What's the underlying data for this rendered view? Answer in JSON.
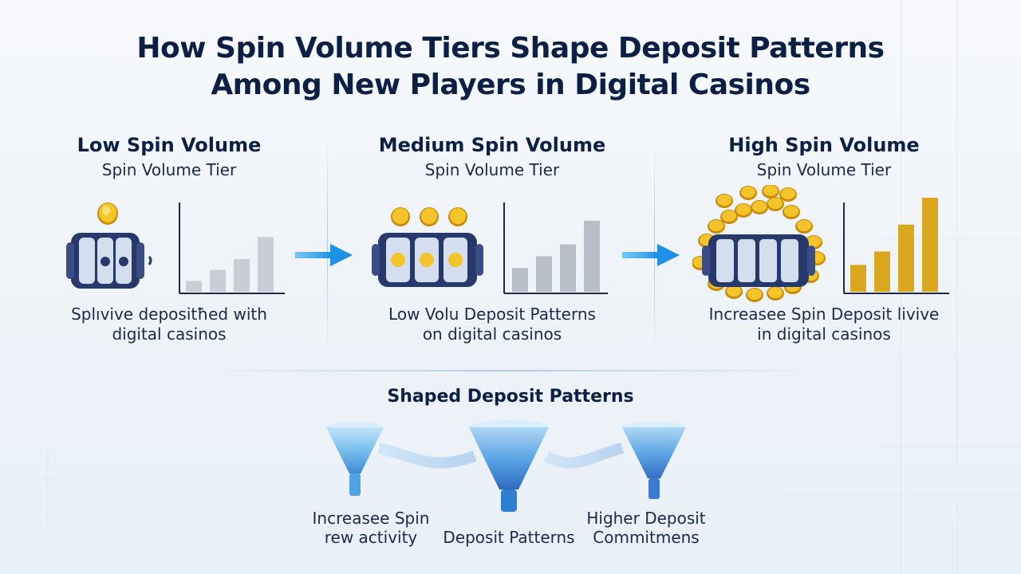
{
  "title": {
    "line1": "How Spin Volume Tiers Shape Deposit Patterns",
    "line2": "Among New Players in Digital Casinos"
  },
  "tiers": [
    {
      "heading": "Low Spin Volume",
      "subheading": "Spin Volume Tier",
      "caption_line1": "Splıvive depositħed with",
      "caption_line2": "digital casinos",
      "bar_color": "#c9ced6",
      "bar_values": [
        1,
        2,
        3,
        5
      ]
    },
    {
      "heading": "Medium Spin Volume",
      "subheading": "Spin Volume Tier",
      "caption_line1": "Low Volu Deposit Patterns",
      "caption_line2": "on digital casinos",
      "bar_color": "#b8bec8",
      "bar_values": [
        2,
        3,
        4,
        6
      ]
    },
    {
      "heading": "High Spin Volume",
      "subheading": "Spin Volume Tier",
      "caption_line1": "Increasee Spin Deposit livive",
      "caption_line2": "in digital casinos",
      "bar_color": "#d9a820",
      "bar_values": [
        2,
        3,
        5,
        7
      ]
    }
  ],
  "section": {
    "heading": "Shaped Deposit Patterns"
  },
  "funnels": [
    {
      "label_line1": "Increasee Spin",
      "label_line2": "rew activity"
    },
    {
      "label_line1": "Deposit Patterns",
      "label_line2": ""
    },
    {
      "label_line1": "Higher Deposit",
      "label_line2": "Commitmens"
    }
  ],
  "colors": {
    "navy": "#0c1f45",
    "slot_frame": "#27386b",
    "slot_face": "#c9d6ea",
    "coin_gold": "#e8b619",
    "arrow_blue": "#29a8f0",
    "funnel_blue": "#5fb0e8"
  },
  "icons": {
    "slot_machine": "slot-machine-icon",
    "coin": "coin-icon",
    "arrow": "arrow-right-icon",
    "funnel": "funnel-icon",
    "bar_chart": "bar-chart-icon"
  }
}
